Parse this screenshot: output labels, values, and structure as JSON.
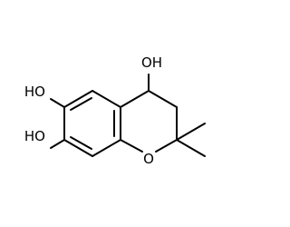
{
  "molecule": {
    "atoms": {
      "oh_top": "OH",
      "oh_left_upper": "HO",
      "oh_left_lower": "HO",
      "ring_oxygen": "O"
    }
  },
  "colors": {
    "bond": "#000000",
    "text": "#000000",
    "background": "#ffffff"
  }
}
